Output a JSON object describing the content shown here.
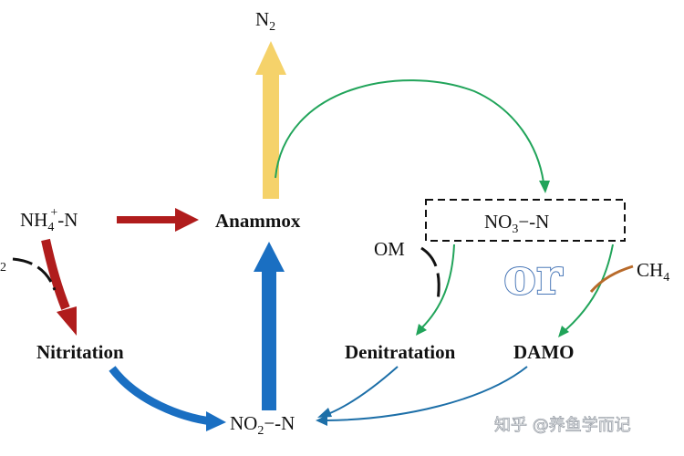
{
  "diagram": {
    "nodes": {
      "n2": {
        "main": "N",
        "sub": "2"
      },
      "nh4": {
        "pre": "NH",
        "sub": "4",
        "sup": "+",
        "post": "-N"
      },
      "anammox": "Anammox",
      "nitritation": "Nitritation",
      "no2": {
        "pre": "NO",
        "sub": "2",
        "post": "−-N"
      },
      "no3": {
        "pre": "NO",
        "sub": "3",
        "post": "−-N"
      },
      "denitratation": "Denitratation",
      "damo": "DAMO",
      "om": "OM",
      "ch4": {
        "pre": "CH",
        "sub": "4"
      },
      "o2_partial": "2",
      "or_word": "or"
    },
    "colors": {
      "red": "#b01c1c",
      "yellow": "#f5d26a",
      "blue": "#1a6fc2",
      "green": "#21a45a",
      "dark_blue": "#1d6fa8",
      "brown": "#b86a2a",
      "black": "#111111"
    }
  },
  "watermark": "知乎 @养鱼学而记"
}
